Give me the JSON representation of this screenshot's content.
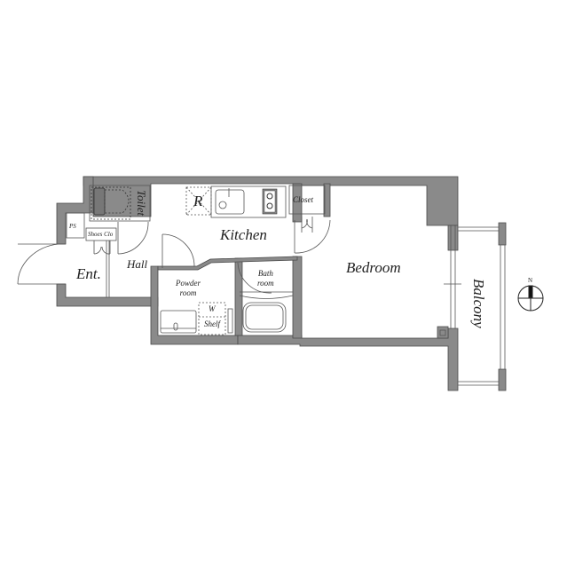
{
  "floorplan": {
    "wall_color": "#8a8a8a",
    "wall_stroke": "#4a4a4a",
    "line_color": "#555555",
    "rooms": {
      "toilet": "Toilet",
      "ps": "PS",
      "shoes_closet": "Shoes Clo",
      "entrance": "Ent.",
      "hall": "Hall",
      "refrigerator": "R",
      "kitchen": "Kitchen",
      "closet": "Closet",
      "powder_room_line1": "Powder",
      "powder_room_line2": "room",
      "washer": "W",
      "shelf": "Shelf",
      "bathroom_line1": "Bath",
      "bathroom_line2": "room",
      "bedroom": "Bedroom",
      "balcony": "Balcony"
    },
    "compass": {
      "north_label": "N"
    }
  }
}
